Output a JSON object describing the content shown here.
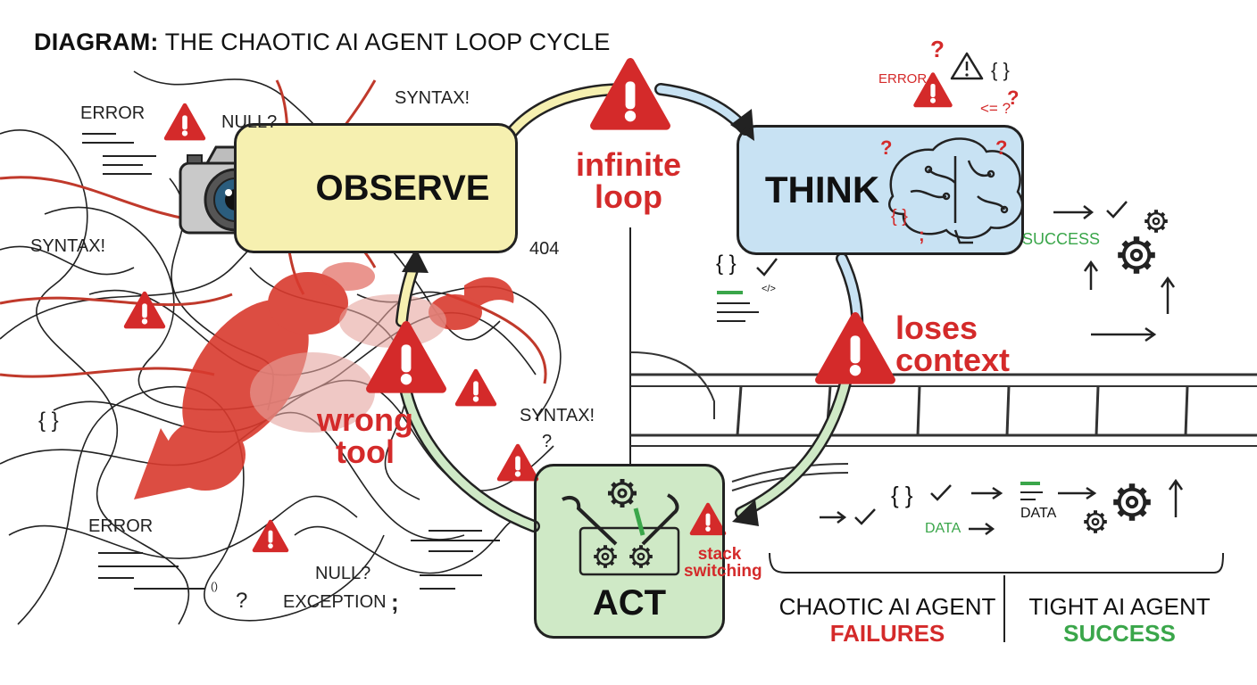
{
  "title": {
    "bold": "DIAGRAM:",
    "rest": " THE CHAOTIC AI AGENT LOOP CYCLE"
  },
  "nodes": {
    "observe": "OBSERVE",
    "think": "THINK",
    "act": "ACT"
  },
  "failures": {
    "infinite_loop": "infinite loop",
    "loses_context": "loses context",
    "wrong_tool": "wrong tool",
    "stack_switching": "stack switching"
  },
  "chaos_labels": {
    "error_top": "ERROR",
    "null_top": "NULL?",
    "syntax_top": "SYNTAX!",
    "syntax_left": "SYNTAX!",
    "code_404": "404",
    "braces_left": "{ }",
    "syntax_mid": "SYNTAX!",
    "question_mid": "?",
    "error_bottom": "ERROR",
    "null_bottom": "NULL?",
    "exception": "EXCEPTION",
    "question_bottom": "?",
    "semicolon": ";",
    "parens": "()"
  },
  "brain_labels": {
    "error": "ERROR",
    "braces_top": "{ }",
    "neq": "<= ?",
    "braces_side": "{ }",
    "semicolon": ";"
  },
  "success_side": {
    "success_label": "SUCCESS",
    "data_1": "DATA",
    "data_2": "DATA",
    "braces_1": "{ }",
    "braces_2": "{ }",
    "code_tag": "</>"
  },
  "legend": {
    "chaotic_line1": "CHAOTIC AI AGENT",
    "chaotic_line2": "FAILURES",
    "tight_line1": "TIGHT AI AGENT",
    "tight_line2": "SUCCESS"
  },
  "colors": {
    "observe_fill": "#f6f0b0",
    "think_fill": "#c8e2f3",
    "act_fill": "#cfe9c6",
    "failure_red": "#d42a2a",
    "success_green": "#3aa64a",
    "tangle_red": "#c0392b"
  },
  "icons": [
    "camera-icon",
    "brain-icon",
    "toolbox-icon",
    "warning-icon",
    "gear-icon",
    "lobster-illustration",
    "train-track-illustration"
  ]
}
